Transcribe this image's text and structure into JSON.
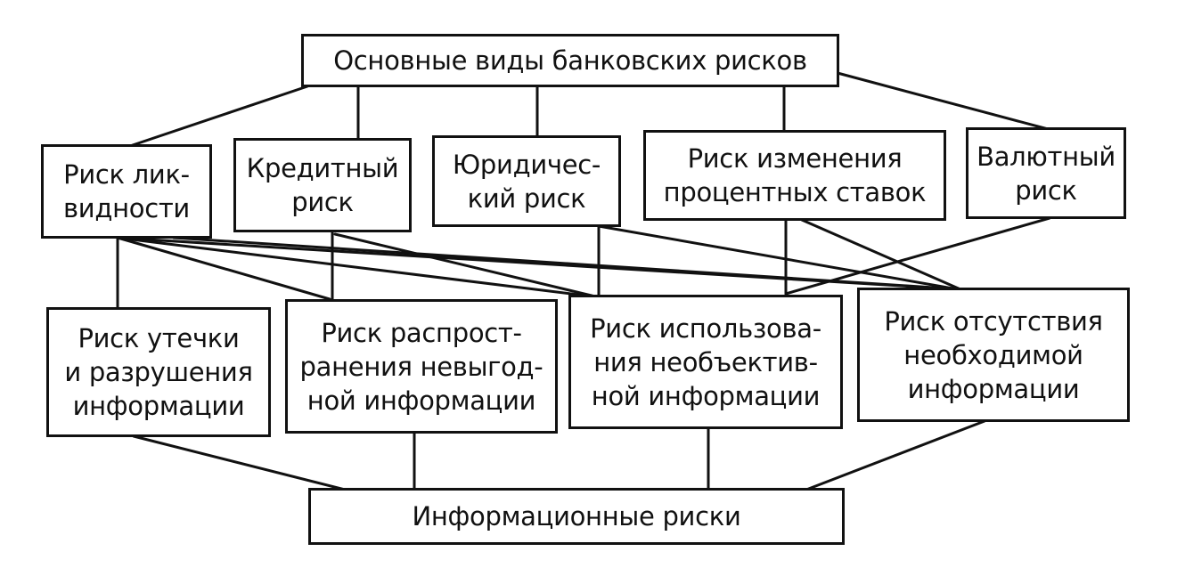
{
  "diagram": {
    "root": {
      "lines": [
        "Основные виды банковских рисков"
      ]
    },
    "categories": [
      {
        "id": "liquidity",
        "lines": [
          "Риск лик-",
          "видности"
        ]
      },
      {
        "id": "credit",
        "lines": [
          "Кредитный",
          "риск"
        ]
      },
      {
        "id": "legal",
        "lines": [
          "Юридичес-",
          "кий риск"
        ]
      },
      {
        "id": "interest",
        "lines": [
          "Риск изменения",
          "процентных ставок"
        ]
      },
      {
        "id": "currency",
        "lines": [
          "Валютный",
          "риск"
        ]
      }
    ],
    "info_risks": [
      {
        "id": "leak",
        "lines": [
          "Риск утечки",
          "и разрушения",
          "информации"
        ]
      },
      {
        "id": "spread",
        "lines": [
          "Риск распрост-",
          "ранения невыгод-",
          "ной информации"
        ]
      },
      {
        "id": "biased",
        "lines": [
          "Риск использова-",
          "ния необъектив-",
          "ной информации"
        ]
      },
      {
        "id": "missing",
        "lines": [
          "Риск отсутствия",
          "необходимой",
          "информации"
        ]
      }
    ],
    "bottom": {
      "lines": [
        "Информационные риски"
      ]
    }
  }
}
